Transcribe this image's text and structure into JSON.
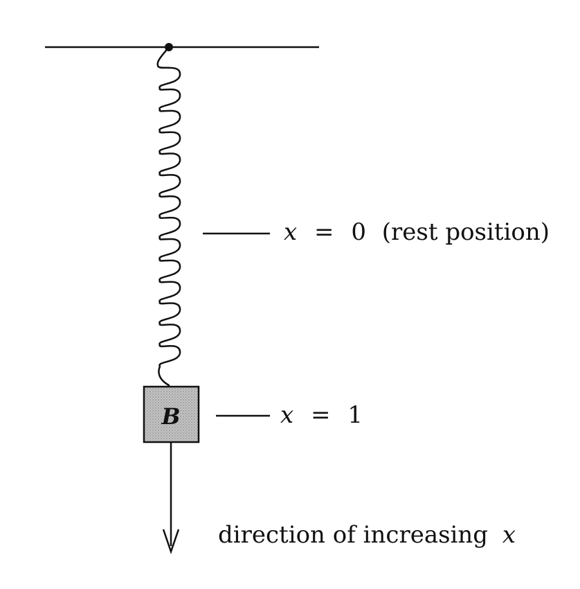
{
  "diagram": {
    "block": {
      "label": "B",
      "fill_color": "#bdbdbd",
      "stroke_color": "#111111"
    },
    "labels": {
      "rest_position": {
        "var": "x",
        "eq": "=",
        "value": "0",
        "note": "(rest position)"
      },
      "position_one": {
        "var": "x",
        "eq": "=",
        "value": "1"
      },
      "direction": {
        "text": "direction of increasing",
        "var": "x"
      }
    },
    "spring": {
      "coil_count": 14
    },
    "ink_color": "#111111"
  }
}
